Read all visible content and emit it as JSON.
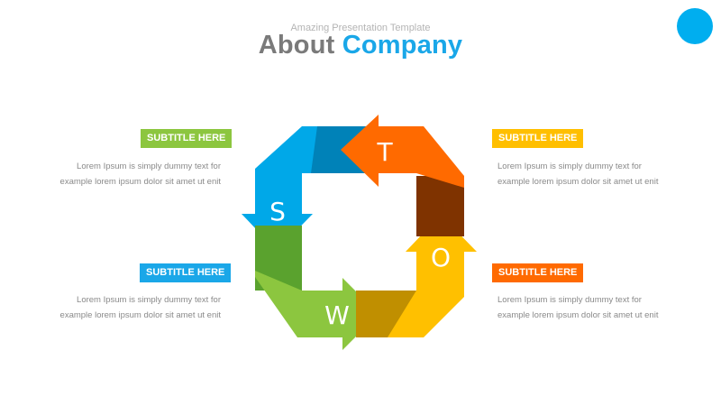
{
  "header": {
    "kicker": "Amazing Presentation Template",
    "title_part1": "About",
    "title_part2": "Company"
  },
  "swot": {
    "letters": {
      "S": "S",
      "W": "W",
      "O": "O",
      "T": "T"
    },
    "colors": {
      "s": "#00a8e8",
      "s_dark": "#0082b8",
      "w": "#8cc63f",
      "w_dark": "#5aa22e",
      "o": "#ffc000",
      "o_dark": "#c08f00",
      "t": "#ff6a00",
      "t_dark": "#7f3300"
    }
  },
  "blocks": {
    "top_left": {
      "subtitle": "SUBTITLE HERE",
      "color": "#8cc63f",
      "line1": "Lorem Ipsum is simply dummy text for",
      "line2": "example lorem ipsum dolor sit amet ut enit"
    },
    "top_right": {
      "subtitle": "SUBTITLE HERE",
      "color": "#ffbf00",
      "line1": "Lorem Ipsum is simply dummy text for",
      "line2": "example lorem ipsum dolor sit amet ut enit"
    },
    "bottom_left": {
      "subtitle": "SUBTITLE HERE",
      "color": "#1aa7e8",
      "line1": "Lorem Ipsum is simply dummy text for",
      "line2": "example lorem ipsum dolor sit amet ut enit"
    },
    "bottom_right": {
      "subtitle": "SUBTITLE HERE",
      "color": "#ff6a00",
      "line1": "Lorem Ipsum is simply dummy text for",
      "line2": "example lorem ipsum dolor sit amet ut enit"
    }
  }
}
